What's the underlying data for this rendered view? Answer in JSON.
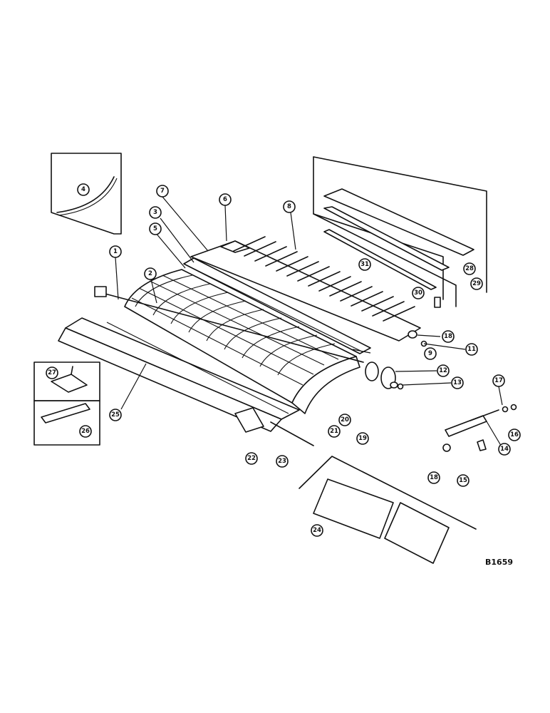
{
  "drawing_number": "B1659",
  "callouts": [
    {
      "label": "1"
    },
    {
      "label": "2"
    },
    {
      "label": "3"
    },
    {
      "label": "4"
    },
    {
      "label": "5"
    },
    {
      "label": "6"
    },
    {
      "label": "7"
    },
    {
      "label": "8"
    },
    {
      "label": "9"
    },
    {
      "label": "11"
    },
    {
      "label": "12"
    },
    {
      "label": "13"
    },
    {
      "label": "14"
    },
    {
      "label": "15"
    },
    {
      "label": "16"
    },
    {
      "label": "17"
    },
    {
      "label": "18"
    },
    {
      "label": "18"
    },
    {
      "label": "19"
    },
    {
      "label": "20"
    },
    {
      "label": "21"
    },
    {
      "label": "22"
    },
    {
      "label": "23"
    },
    {
      "label": "24"
    },
    {
      "label": "25"
    },
    {
      "label": "26"
    },
    {
      "label": "27"
    },
    {
      "label": "28"
    },
    {
      "label": "29"
    },
    {
      "label": "30"
    },
    {
      "label": "31"
    }
  ]
}
